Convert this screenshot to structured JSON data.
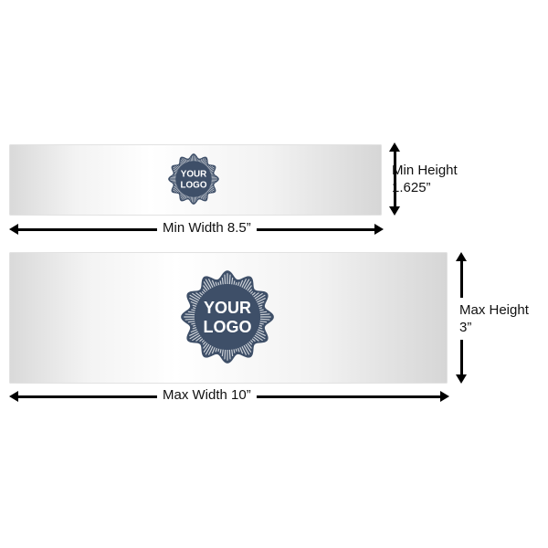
{
  "small_banner": {
    "logo_text": [
      "YOUR",
      "LOGO"
    ],
    "width_label": "Min Width 8.5”",
    "height_label_line1": "Min Height",
    "height_label_line2": "1.625”"
  },
  "large_banner": {
    "logo_text": [
      "YOUR",
      "LOGO"
    ],
    "width_label": "Max Width 10”",
    "height_label_line1": "Max Height",
    "height_label_line2": "3”"
  },
  "colors": {
    "logo_fill": "#3e4f68",
    "logo_text": "#ffffff",
    "arrow": "#000000"
  },
  "icons": {
    "logo_badge": "scalloped-seal-badge-icon",
    "dimension_arrow": "double-headed-arrow-icon"
  }
}
